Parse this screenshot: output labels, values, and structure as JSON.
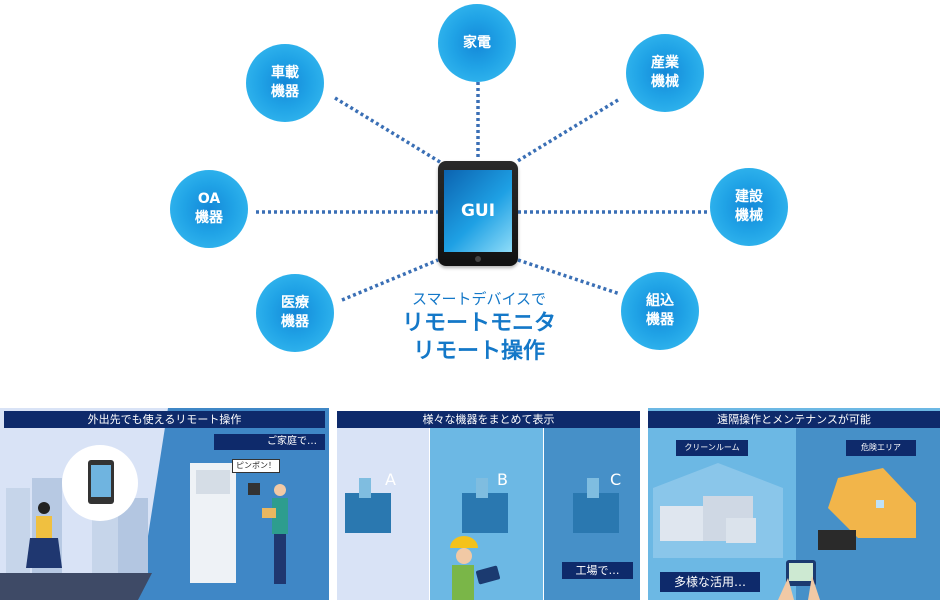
{
  "hub": {
    "center_device": {
      "label": "GUI"
    },
    "caption": {
      "line1": "スマートデバイスで",
      "line2": "リモートモニタ",
      "line3": "リモート操作"
    },
    "nodes": [
      {
        "id": "kaden",
        "line1": "家電",
        "line2": ""
      },
      {
        "id": "shaei",
        "line1": "車載",
        "line2": "機器"
      },
      {
        "id": "sangyo",
        "line1": "産業",
        "line2": "機械"
      },
      {
        "id": "oa",
        "line1": "OA",
        "line2": "機器"
      },
      {
        "id": "kensetsu",
        "line1": "建設",
        "line2": "機械"
      },
      {
        "id": "iryo",
        "line1": "医療",
        "line2": "機器"
      },
      {
        "id": "kumikomi",
        "line1": "組込",
        "line2": "機器"
      }
    ],
    "colors": {
      "node": "#20a3e6",
      "line": "#3a6fb5",
      "caption": "#1478c8"
    }
  },
  "panels": [
    {
      "title": "外出先でも使えるリモート操作",
      "tag": "ご家庭で…",
      "speech": "ピンポン！"
    },
    {
      "title": "様々な機器をまとめて表示",
      "machines": [
        "A",
        "B",
        "C"
      ],
      "tag": "工場で…"
    },
    {
      "title": "遠隔操作とメンテナンスが可能",
      "left_tag": "クリーンルーム",
      "right_tag": "危険エリア",
      "bottom_tag": "多様な活用…"
    }
  ],
  "colors": {
    "panel_title_bg": "#0e2a6b"
  }
}
